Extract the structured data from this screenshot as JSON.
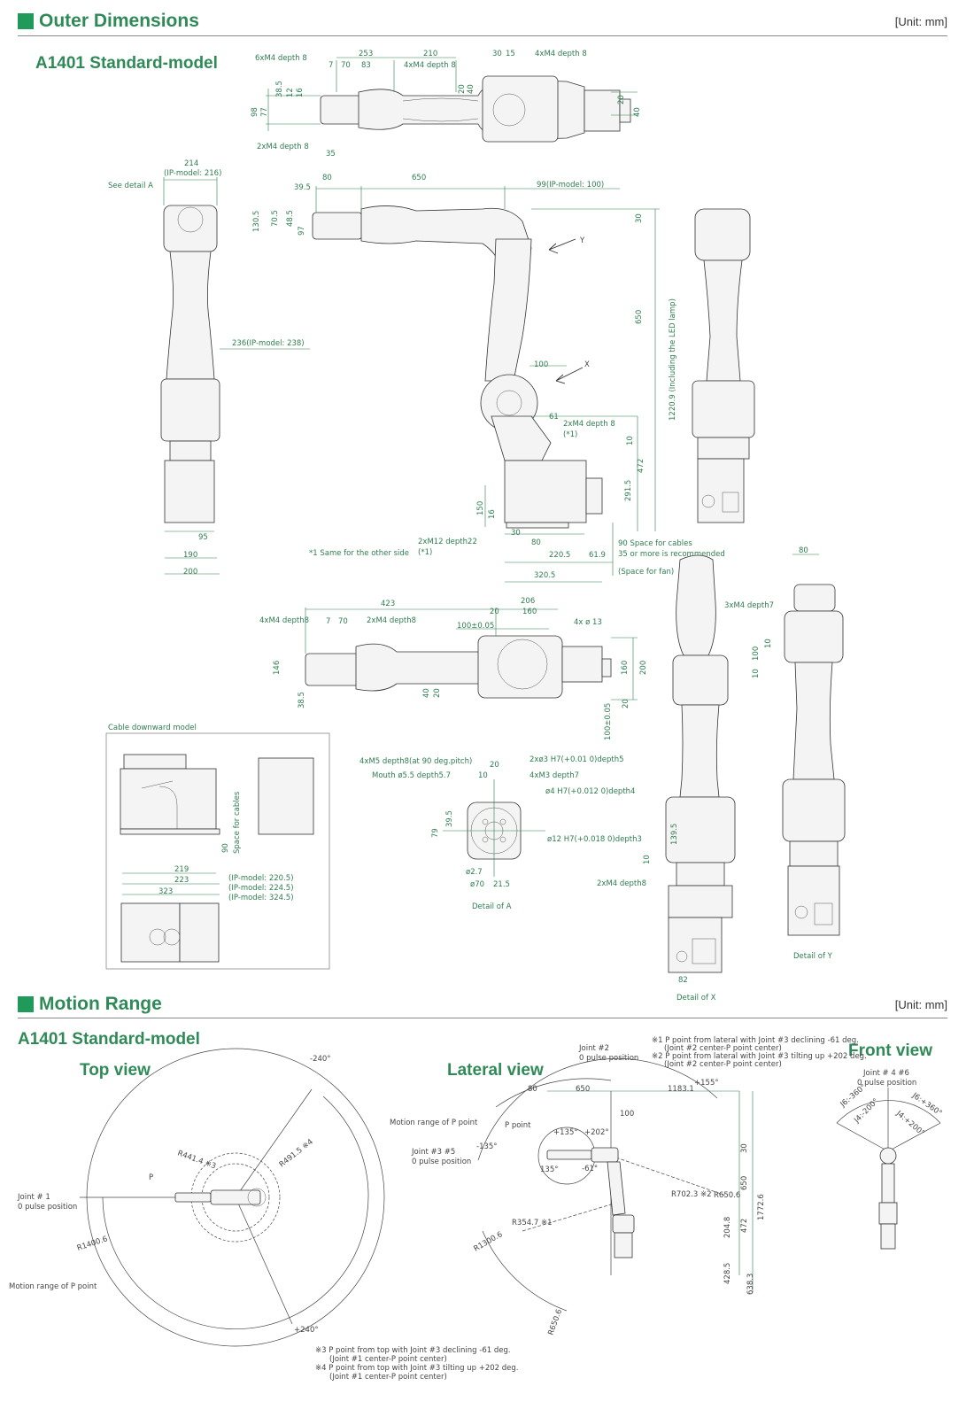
{
  "colors": {
    "accent": "#1f9a5a",
    "dimension": "#2e7d4f",
    "title": "#2f8a57"
  },
  "outer": {
    "heading": "Outer Dimensions",
    "unit": "[Unit: mm]",
    "model": "A1401 Standard-model"
  },
  "motion": {
    "heading": "Motion Range",
    "unit": "[Unit: mm]",
    "model": "A1401 Standard-model",
    "top_view": "Top view",
    "lateral_view": "Lateral view",
    "front_view": "Front view"
  },
  "labels": {
    "six_m4": "6xM4 depth 8",
    "four_m4_a": "4xM4 depth 8",
    "four_m4_b": "4xM4 depth 8",
    "two_m4_top": "2xM4 depth 8",
    "see_detail": "See detail A",
    "w214": "214",
    "w214_ip": "(IP-model: 216)",
    "w236": "236(IP-model: 238)",
    "d99": "99(IP-model: 100)",
    "led": "1220.9 (Including the LED lamp)",
    "two_m4_mid": "2xM4 depth 8",
    "star1": "(*1)",
    "same_side": "*1 Same for the other side",
    "two_m12": "2xM12 depth22",
    "star1b": "(*1)",
    "cable_space": "90 Space for cables",
    "recommended": "35 or more is recommended",
    "fan": "(Space for fan)",
    "four_m4_depth8": "4xM4 depth8",
    "two_m4_depth8": "2xM4 depth8",
    "four_phi13": "4x ø 13",
    "tol100": "100±0.05",
    "tol100v": "100±0.05",
    "three_m4": "3xM4 depth7",
    "cable_down": "Cable downward model",
    "space_cables": "Space for cables",
    "ip1": "(IP-model: 220.5)",
    "ip2": "(IP-model: 224.5)",
    "ip3": "(IP-model: 324.5)",
    "m5": "4xM5 depth8(at 90 deg.pitch)",
    "mouth": "Mouth ø5.5 depth5.7",
    "phi3": "2xø3 H7(+0.01 0)depth5",
    "m3": "4xM3 depth7",
    "phi4": "ø4 H7(+0.012 0)depth4",
    "phi12": "ø12 H7(+0.018 0)depth3",
    "two_m4_d8": "2xM4 depth8",
    "detail_a": "Detail of A",
    "detail_x": "Detail of X",
    "detail_y": "Detail of Y"
  },
  "dims": {
    "d253": "253",
    "d210": "210",
    "d30": "30",
    "d15": "15",
    "d7": "7",
    "d70": "70",
    "d83": "83",
    "d98": "98",
    "d77": "77",
    "d38_5": "38.5",
    "d12": "12",
    "d16": "16",
    "d20": "20",
    "d40": "40",
    "d20b": "20",
    "d40b": "40",
    "d35": "35",
    "d80": "80",
    "d650": "650",
    "d39_5": "39.5",
    "d130_5": "130.5",
    "d70_5": "70.5",
    "d48_5": "48.5",
    "d97": "97",
    "d30v": "30",
    "d650v": "650",
    "d100": "100",
    "d61": "61",
    "d10": "10",
    "d472": "472",
    "d291_5": "291.5",
    "d150": "150",
    "d16b": "16",
    "d30h": "30",
    "d80h": "80",
    "d220_5": "220.5",
    "d61_9": "61.9",
    "d320_5": "320.5",
    "d95": "95",
    "d190": "190",
    "d200": "200",
    "d423": "423",
    "d206": "206",
    "d20c": "20",
    "d160": "160",
    "d7b": "7",
    "d70b": "70",
    "d146": "146",
    "d38_5b": "38.5",
    "d40c": "40",
    "d20d": "20",
    "d160v": "160",
    "d200v": "200",
    "d20e": "20",
    "d80y": "80",
    "d10y": "10",
    "d100y": "100",
    "d10y2": "10",
    "d219": "219",
    "d223": "223",
    "d323": "323",
    "d90": "90",
    "d20f": "20",
    "d10f": "10",
    "d39_5f": "39.5",
    "d79": "79",
    "d2_7": "ø2.7",
    "d70f": "ø70",
    "d21_5": "21.5",
    "d139_5": "139.5",
    "d10g": "10",
    "d82": "82"
  },
  "motion_labels": {
    "deg240": "-240°",
    "deg240p": "+240°",
    "r441": "R441.4 ※3",
    "r491": "R491.5 ※4",
    "p": "P",
    "j1": "Joint # 1",
    "j1b": "0 pulse position",
    "r1400": "R1400.6",
    "mr_p": "Motion range of P point",
    "note3a": "※3 P point from top with Joint #3 declining -61 deg.",
    "note3b": "(Joint #1 center-P point center)",
    "note4a": "※4 P point from top with Joint #3 tilting up +202 deg.",
    "note4b": "(Joint #1 center-P point center)",
    "j2": "Joint #2",
    "j2b": "0 pulse position",
    "note1a": "※1 P point from lateral with Joint #3 declining -61 deg.",
    "note1b": "(Joint #2 center-P point center)",
    "note2a": "※2 P point from lateral with Joint #3 tilting up +202 deg.",
    "note2b": "(Joint #2 center-P point center)",
    "l80": "80",
    "l650": "650",
    "l1183": "1183.1",
    "l155": "+155°",
    "l100": "100",
    "mr_p2": "Motion range of P point",
    "ppoint": "P point",
    "l135p": "+135°",
    "l202": "+202°",
    "l135n": "-135°",
    "l135m": "135°",
    "l61": "-61°",
    "j35": "Joint #3 #5",
    "j35b": "0 pulse position",
    "r702": "R702.3 ※2",
    "r650": "R650.6",
    "r354": "R354.7 ※1",
    "r1300": "R1300.6",
    "r650b": "R650.6",
    "l30": "30",
    "l650v": "650",
    "l1772": "1772.6",
    "l204": "204.8",
    "l472": "472",
    "l428": "428.5",
    "l638": "638.3",
    "j46": "Joint # 4 #6",
    "j46b": "0 pulse position",
    "a360n": "J6:-360°",
    "a200n": "J4:-200°",
    "a200p": "J4:+200°",
    "a360p": "J6:+360°"
  }
}
